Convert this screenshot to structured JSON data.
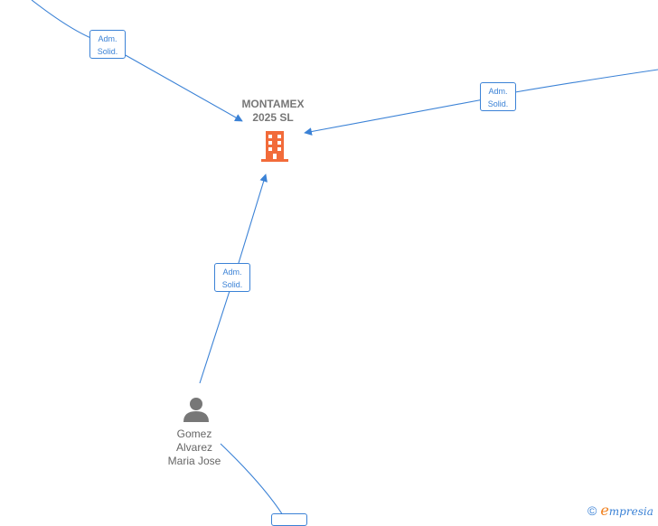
{
  "company": {
    "name": "MONTAMEX\n2025  SL",
    "icon": "building-icon",
    "color": "#f26b3a"
  },
  "person": {
    "name": "Gomez\nAlvarez\nMaria Jose",
    "icon": "person-icon",
    "color": "#777777"
  },
  "relations": [
    {
      "label_line1": "Adm.",
      "label_line2": "Solid."
    },
    {
      "label_line1": "Adm.",
      "label_line2": "Solid."
    },
    {
      "label_line1": "Adm.",
      "label_line2": "Solid."
    }
  ],
  "brand": {
    "copyright": "©",
    "name_initial": "e",
    "name_rest": "mpresia"
  },
  "colors": {
    "edge": "#3b82d6",
    "brand_orange": "#f07f1b"
  }
}
